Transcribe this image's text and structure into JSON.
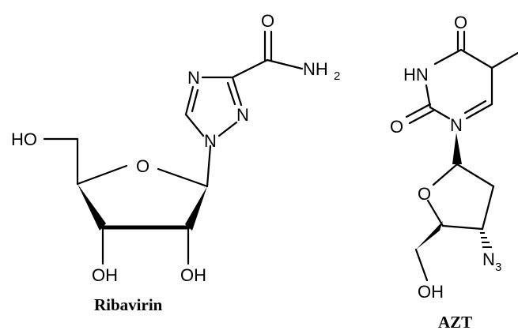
{
  "molecules": {
    "ribavirin": {
      "caption": "Ribavirin",
      "atoms": {
        "ring_N_top": "N",
        "ring_N_right": "N",
        "ring_N_bottom": "N",
        "carbonyl_O": "O",
        "amide_N": "NH",
        "amide_sub": "2",
        "hydroxymethyl": "HO",
        "ring_O": "O",
        "oh_left": "OH",
        "oh_right": "OH"
      }
    },
    "azt": {
      "caption": "AZT",
      "atoms": {
        "carbonyl_O_top": "O",
        "nh": "HN",
        "carbonyl_O_left": "O",
        "ring_N": "N",
        "sugar_O": "O",
        "azide_N": "N",
        "azide_sub": "3",
        "oh": "OH"
      }
    }
  }
}
